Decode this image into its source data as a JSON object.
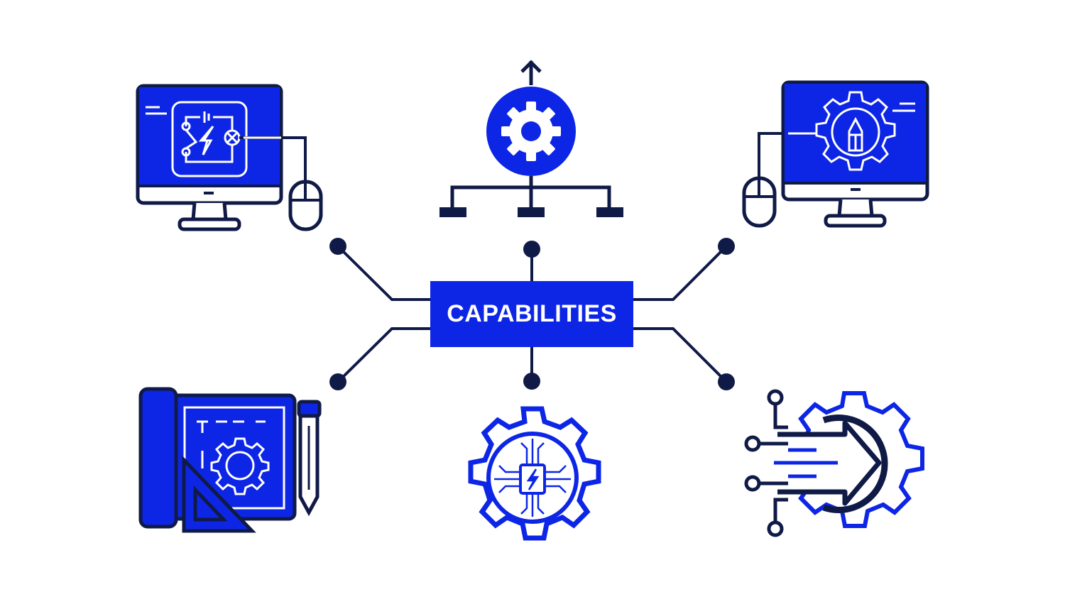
{
  "center": {
    "label": "CAPABILITIES"
  },
  "colors": {
    "accent": "#0d26e6",
    "outline": "#101a47",
    "background": "#ffffff"
  },
  "nodes": [
    {
      "id": "circuit-design",
      "icon": "monitor-circuit-icon"
    },
    {
      "id": "process-hierarchy",
      "icon": "gear-hierarchy-icon"
    },
    {
      "id": "cad-engineering",
      "icon": "monitor-gear-pencil-icon"
    },
    {
      "id": "blueprint",
      "icon": "blueprint-gear-icon"
    },
    {
      "id": "electronics",
      "icon": "gear-chip-icon"
    },
    {
      "id": "integration",
      "icon": "gear-arrow-circuit-icon"
    }
  ]
}
